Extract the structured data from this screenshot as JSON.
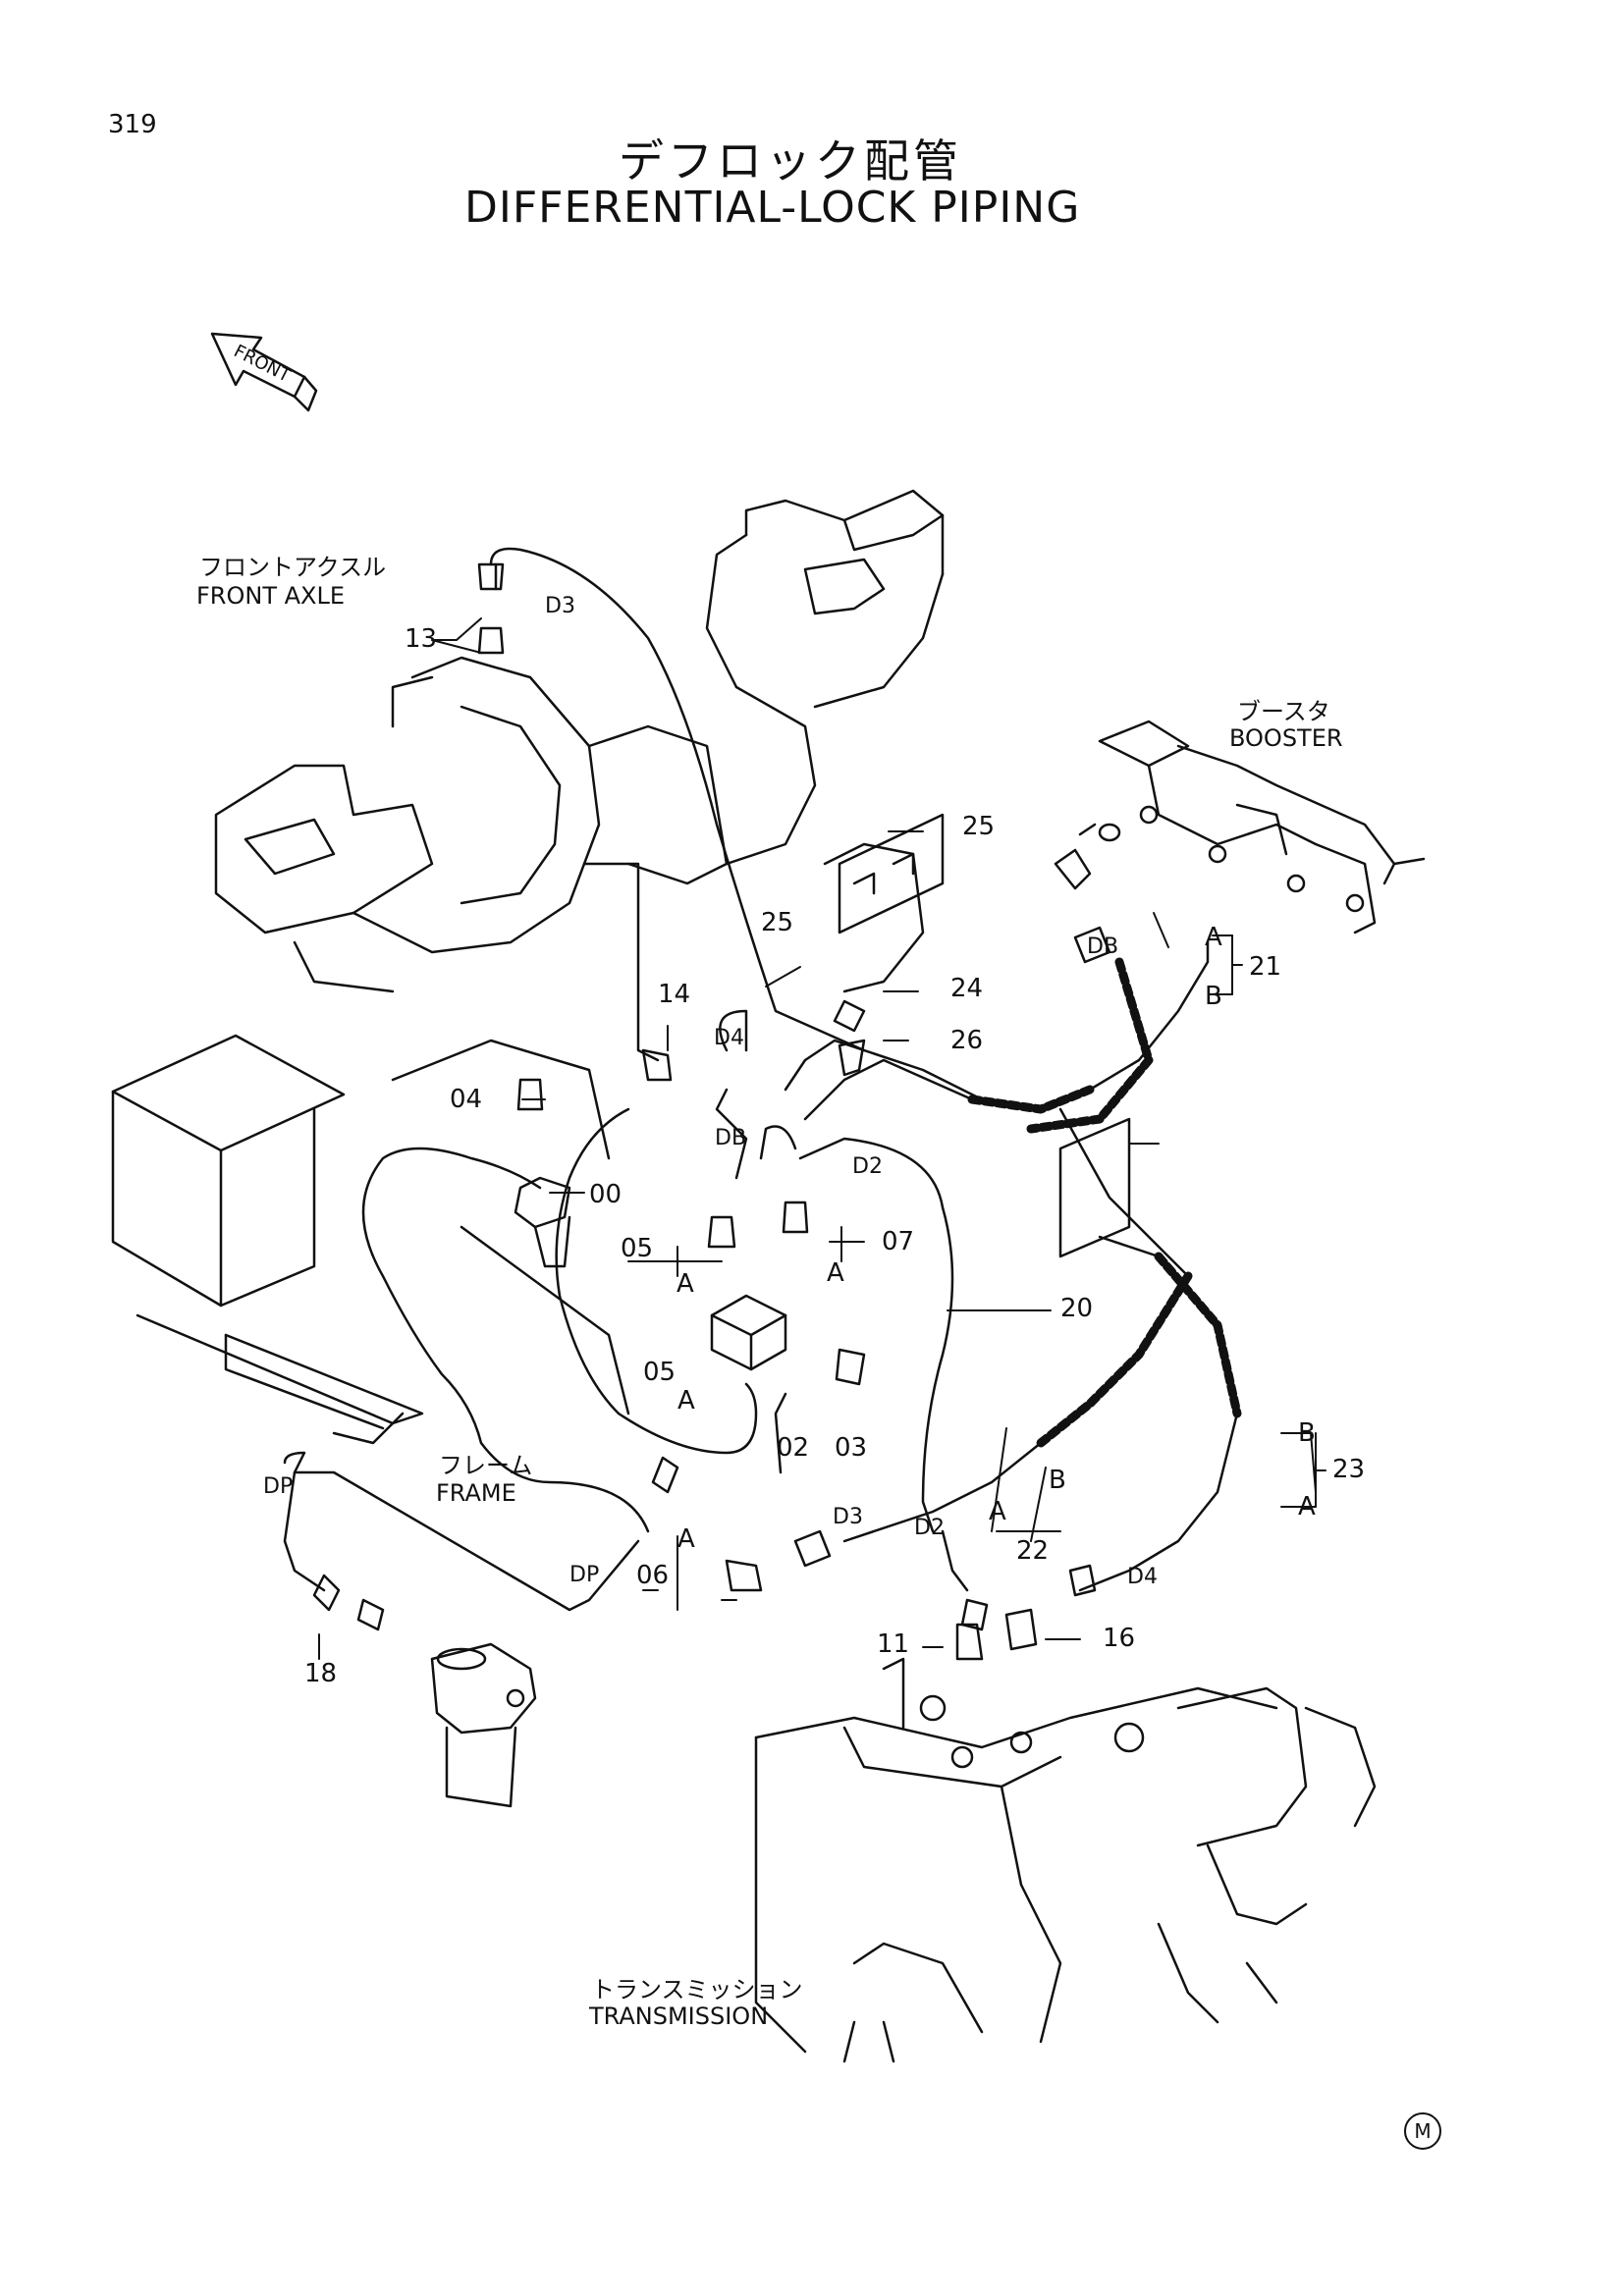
{
  "page_number": "319",
  "title_jp": "デフロック配管",
  "title_en": "DIFFERENTIAL-LOCK PIPING",
  "front_marker": "FRONT",
  "components": {
    "front_axle_jp": "フロントアクスル",
    "front_axle_en": "FRONT AXLE",
    "booster_jp": "ブースタ",
    "booster_en": "BOOSTER",
    "frame_jp": "フレーム",
    "frame_en": "FRAME",
    "transmission_jp": "トランスミッション",
    "transmission_en": "TRANSMISSION"
  },
  "parts": [
    "00",
    "02",
    "03",
    "04",
    "05",
    "05",
    "06",
    "07",
    "11",
    "13",
    "14",
    "16",
    "18",
    "20",
    "21",
    "22",
    "23",
    "24",
    "25",
    "25",
    "26"
  ],
  "hose_marks": [
    "D3",
    "D4",
    "DB",
    "D2",
    "DB",
    "DP",
    "DP",
    "D3",
    "D2",
    "D4"
  ],
  "ends": [
    "A",
    "B",
    "A",
    "B",
    "A",
    "B",
    "A",
    "A",
    "A",
    "A"
  ],
  "corner_mark": "M"
}
